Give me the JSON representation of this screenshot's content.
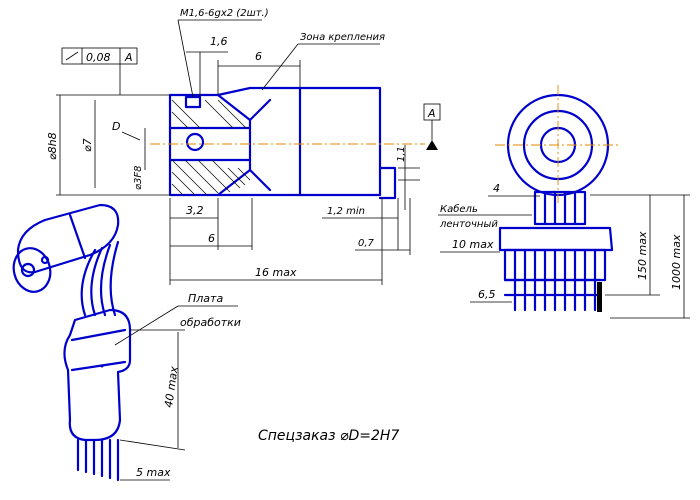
{
  "colors": {
    "outline": "#0000cc",
    "dimension": "#000000",
    "centerline": "#e08a00",
    "background": "#ffffff"
  },
  "labels": {
    "thread": "M1,6-6gx2 (2шт.)",
    "tolerance_value": "0,08",
    "tolerance_datum": "A",
    "zone": "Зона крепления",
    "datum_a": "A",
    "d_letter": "D",
    "dia_8h8": "⌀8h8",
    "dia_7": "⌀7",
    "dia_3f8": "⌀3F8",
    "dim_1_6": "1,6",
    "dim_6_top": "6",
    "dim_3_2": "3,2",
    "dim_6_bottom": "6",
    "dim_16_max": "16 max",
    "dim_1_2_min": "1,2 min",
    "dim_0_7": "0,7",
    "dim_1_1": "1,1",
    "dim_4": "4",
    "cable_line1": "Кабель",
    "cable_line2": "ленточный",
    "dim_10_max": "10 max",
    "dim_150_max": "150 max",
    "dim_1000_max": "1000 max",
    "dim_6_5": "6,5",
    "plate_line1": "Плата",
    "plate_line2": "обработки",
    "dim_40_max": "40 max",
    "dim_5_max": "5 max",
    "special_order": "Спецзаказ ⌀D=2H7"
  }
}
